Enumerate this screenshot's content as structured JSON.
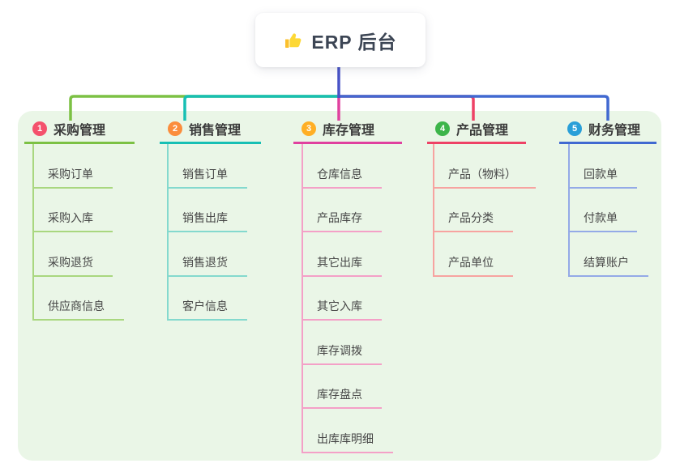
{
  "root": {
    "label": "ERP 后台",
    "icon": "thumbs-up-icon"
  },
  "colors": {
    "canvas_bg": "#ffffff",
    "panel_bg": "#eaf6e7",
    "root_text": "#3c4554",
    "node_text": "#3b3b3b",
    "child_text": "#474747",
    "root_stub": "#4853c7",
    "icon_yellow": "#fdd835",
    "icon_yellow_dark": "#fbc02d"
  },
  "branches": [
    {
      "badge": "1",
      "label": "采购管理",
      "badge_color": "#f4516c",
      "line_color": "#7cc144",
      "child_line_color": "#a9d77f",
      "children": [
        "采购订单",
        "采购入库",
        "采购退货",
        "供应商信息"
      ]
    },
    {
      "badge": "2",
      "label": "销售管理",
      "badge_color": "#fb8d3c",
      "line_color": "#17bfb4",
      "child_line_color": "#84d9ce",
      "children": [
        "销售订单",
        "销售出库",
        "销售退货",
        "客户信息"
      ]
    },
    {
      "badge": "3",
      "label": "库存管理",
      "badge_color": "#e0419f",
      "line_color": "#e0419f",
      "child_line_color": "#f4a0c7",
      "children": [
        "仓库信息",
        "产品库存",
        "其它出库",
        "其它入库",
        "库存调拨",
        "库存盘点",
        "出库库明细"
      ]
    },
    {
      "badge": "4",
      "label": "产品管理",
      "badge_color": "#3db54a",
      "line_color": "#ee4266",
      "child_line_color": "#f7a3a0",
      "children": [
        "产品（物料）",
        "产品分类",
        "产品单位"
      ]
    },
    {
      "badge": "5",
      "label": "财务管理",
      "badge_color": "#299fd8",
      "line_color": "#4169d1",
      "child_line_color": "#94aae7",
      "children": [
        "回款单",
        "付款单",
        "结算账户"
      ]
    }
  ],
  "badge_colors": [
    "#f4516c",
    "#fb8d3c",
    "#ffaf25",
    "#3db54a",
    "#299fd8"
  ]
}
